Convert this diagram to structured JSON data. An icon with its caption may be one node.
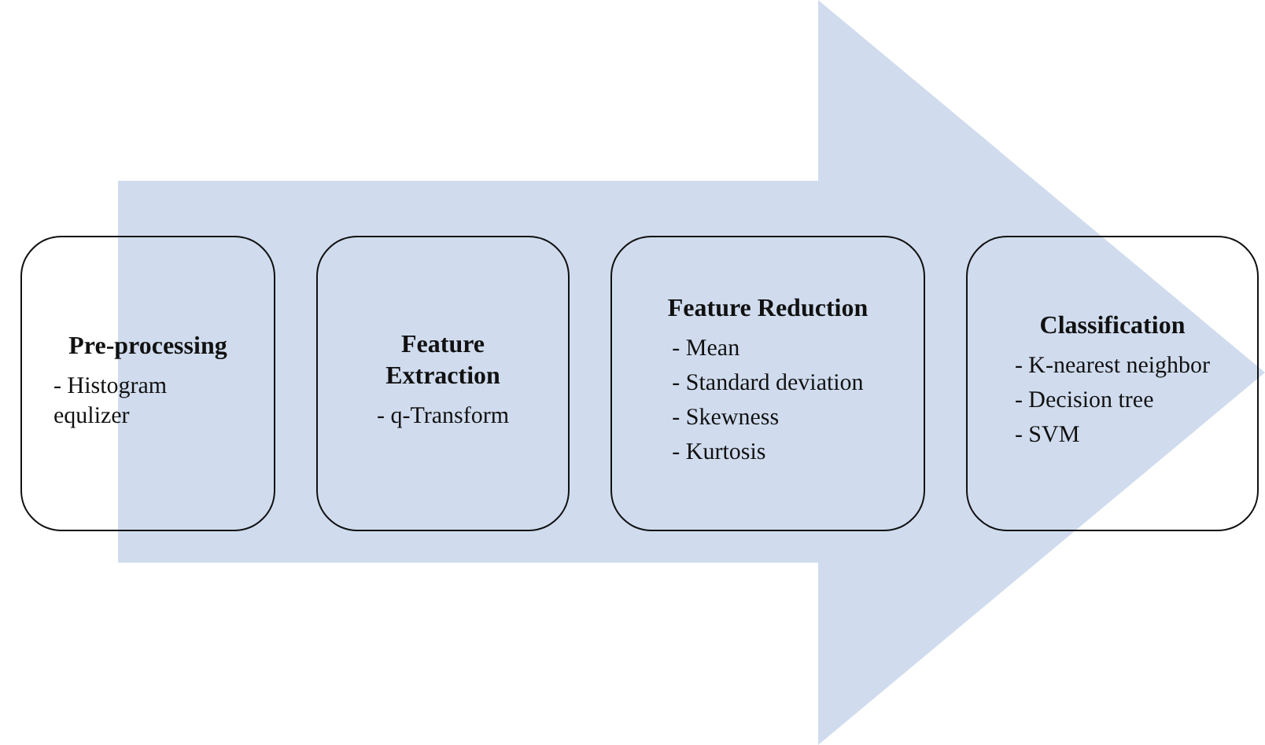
{
  "diagram": {
    "nodes": [
      {
        "text": [
          "Pre-processing",
          "- Histogram equlizer"
        ]
      },
      {
        "text": [
          "Feature Extraction",
          "- q-Transform"
        ]
      },
      {
        "text": [
          "Feature Reduction",
          "- Mean",
          "- Standard deviation",
          "- Skewness",
          "- Kurtosis"
        ]
      },
      {
        "text": [
          "Classification",
          "- K-nearest neighbor",
          "- Decision tree",
          "- SVM"
        ]
      }
    ],
    "edges": [
      {
        "from": 0,
        "to": 3,
        "arrow": "to"
      }
    ]
  }
}
